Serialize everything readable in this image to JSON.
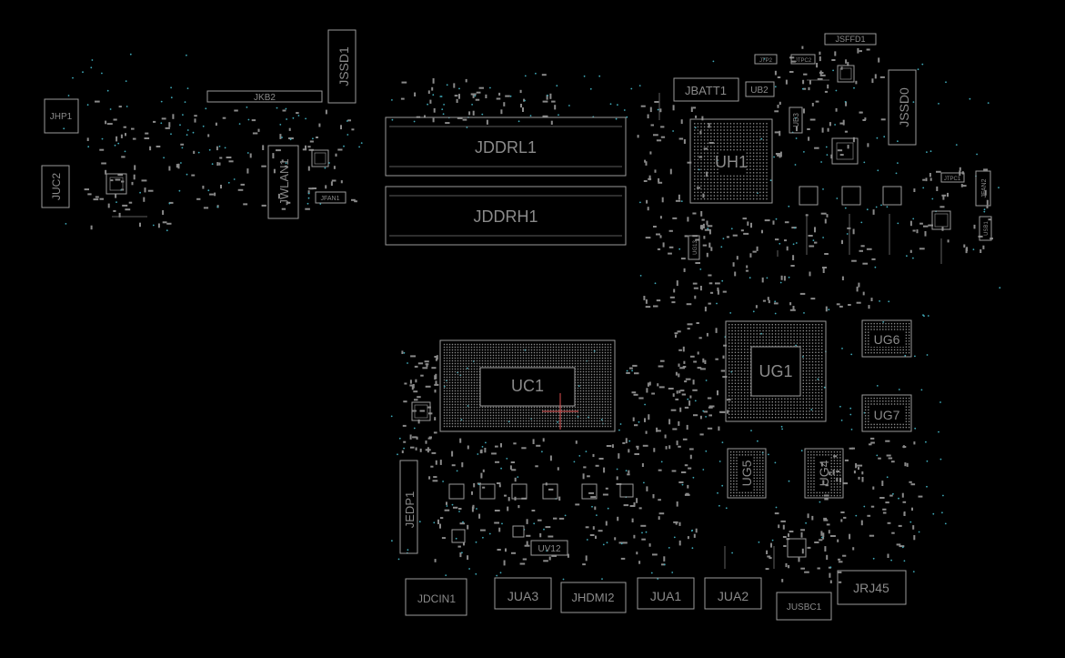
{
  "board": {
    "background": "#000000",
    "silk_color": "#9a9a9a",
    "via_color": "#3fa9b8",
    "marker_color": "#e05050"
  },
  "labels": {
    "jhp1": "JHP1",
    "juc2": "JUC2",
    "jkb2": "JKB2",
    "jssd1": "JSSD1",
    "jwlan1": "JWLAN1",
    "jfan1": "JFAN1",
    "jddrl1": "JDDRL1",
    "jddrh1": "JDDRH1",
    "jbatt1": "JBATT1",
    "ub2": "UB2",
    "ub3": "UB3",
    "jtp2": "JTP2",
    "jtpc2": "JTPC2",
    "jsffd1": "JSFFD1",
    "jssd0": "JSSD0",
    "uh1": "UH1",
    "jfan2": "JFAN2",
    "jtpc1": "JTPC1",
    "usb1": "USB1",
    "ug6": "UG6",
    "ug1": "UG1",
    "ug7": "UG7",
    "ug5": "UG5",
    "ug4": "UG4",
    "uc1": "UC1",
    "jedp1": "JEDP1",
    "uv12": "UV12",
    "jdcin1": "JDCIN1",
    "jua3": "JUA3",
    "jhdmi2": "JHDMI2",
    "jua1": "JUA1",
    "jua2": "JUA2",
    "jusbc1": "JUSBC1",
    "jrj45": "JRJ45",
    "ug13": "UG13"
  }
}
